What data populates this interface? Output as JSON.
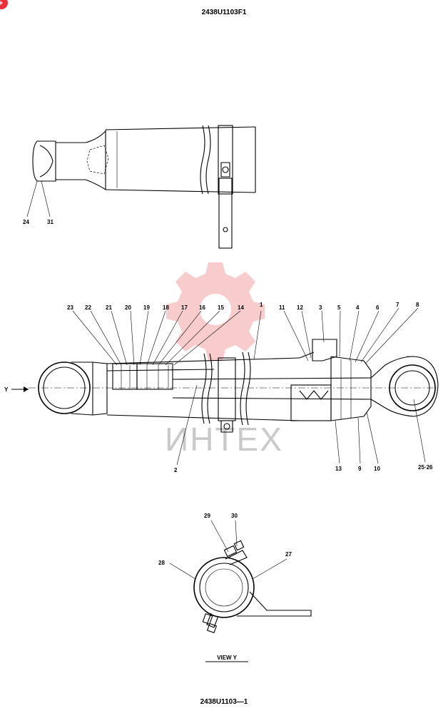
{
  "header": {
    "drawing_code_top": "2438U1103F1"
  },
  "footer": {
    "drawing_code_bottom": "2438U1103—1"
  },
  "badge": {
    "symbol": "+",
    "color": "#e8313a"
  },
  "watermark": {
    "text": "ИНТЕХ",
    "gear_color": "#f3a3a3"
  },
  "view_label": {
    "text": "VIEW  Y"
  },
  "side_arrow": {
    "text": "Y"
  },
  "top_view_callouts": [
    "24",
    "31"
  ],
  "main_view_callouts_top": [
    "23",
    "22",
    "21",
    "20",
    "19",
    "18",
    "17",
    "16",
    "15",
    "14",
    "1",
    "11",
    "12",
    "3",
    "5",
    "4",
    "6",
    "7",
    "8"
  ],
  "main_view_callouts_bottom": [
    "2",
    "13",
    "9",
    "10",
    "25·26"
  ],
  "bottom_view_callouts": [
    "29",
    "30",
    "28",
    "27"
  ]
}
